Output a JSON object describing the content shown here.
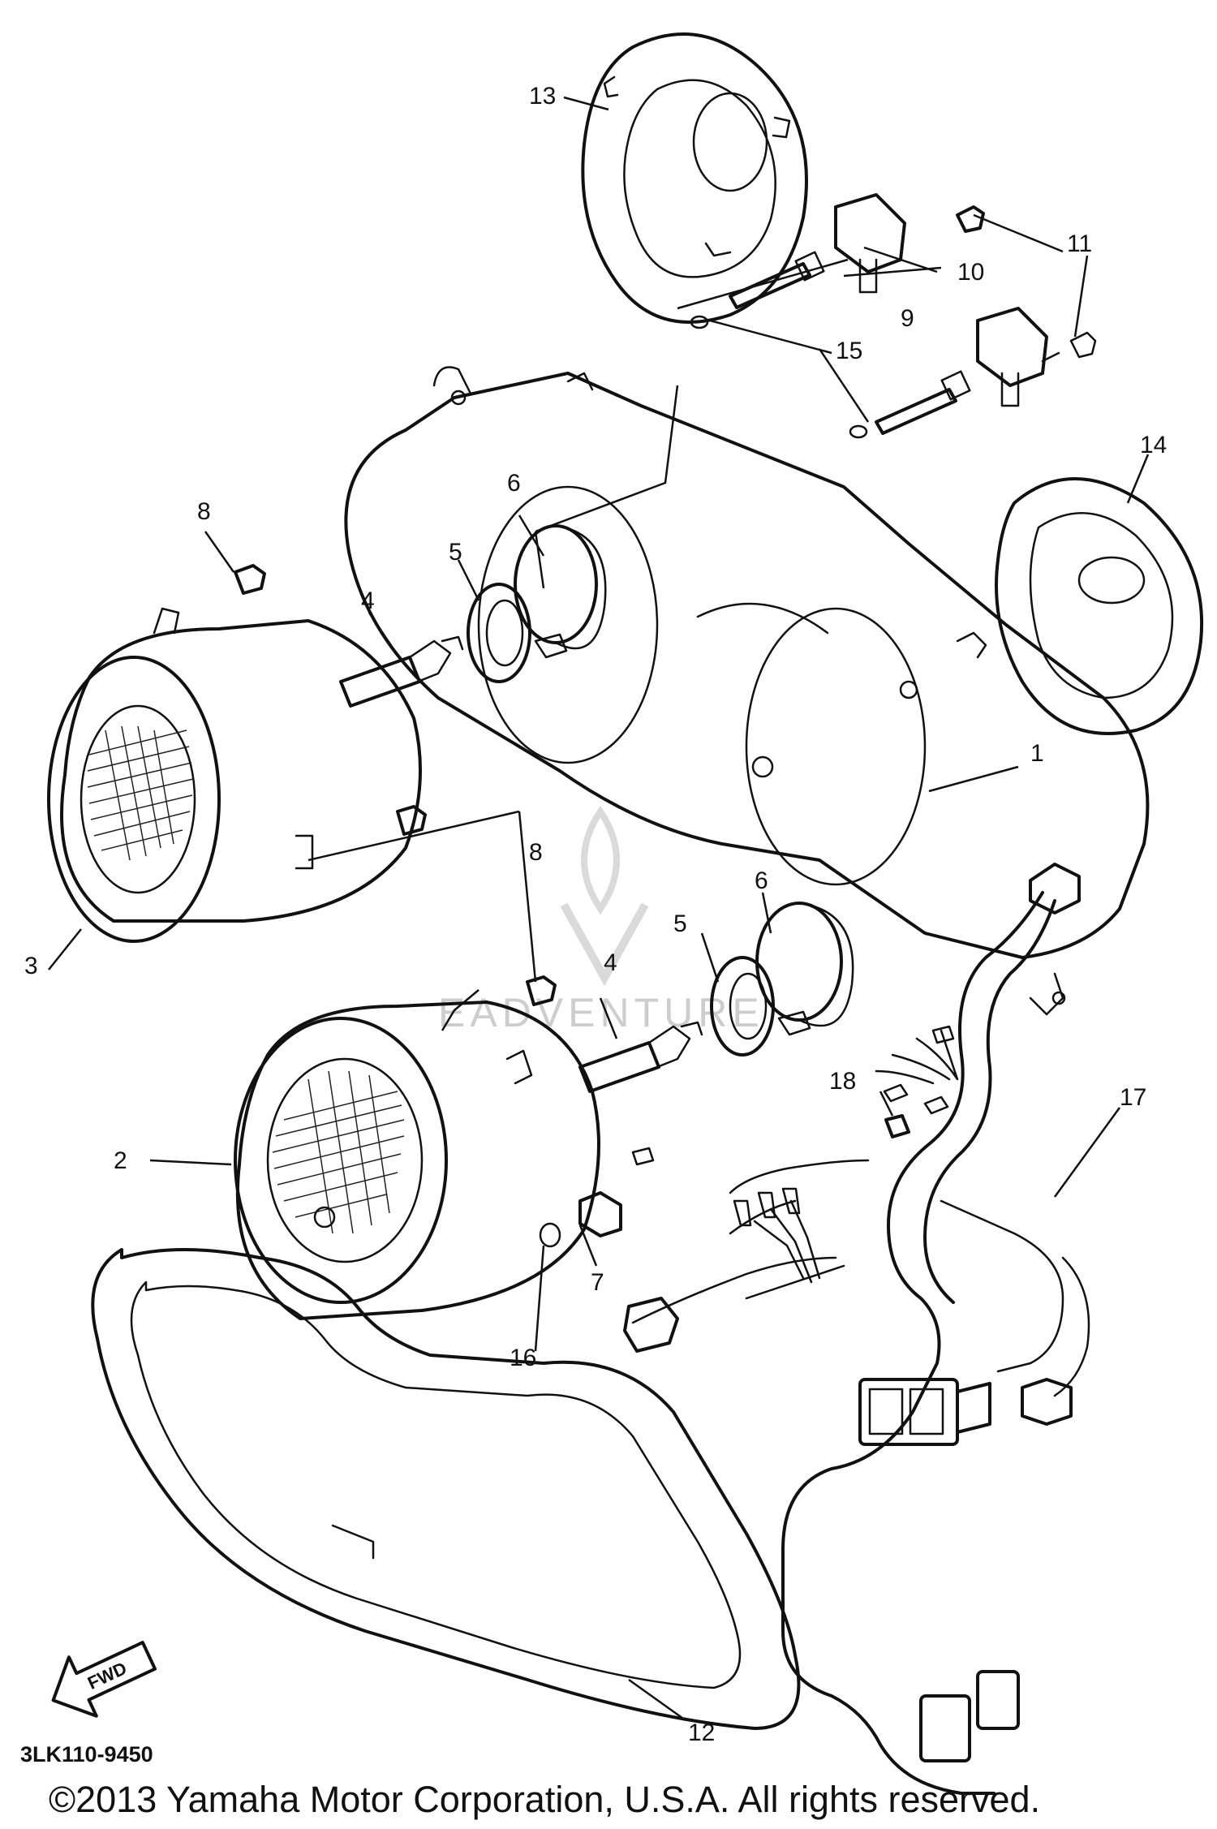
{
  "diagram": {
    "callouts": [
      "1",
      "2",
      "3",
      "4",
      "4",
      "5",
      "5",
      "6",
      "6",
      "7",
      "8",
      "8",
      "9",
      "10",
      "11",
      "12",
      "13",
      "14",
      "15",
      "16",
      "17",
      "18"
    ],
    "direction_label": "FWD",
    "diagram_code": "3LK110-9450",
    "copyright": "©2013 Yamaha Motor Corporation, U.S.A. All rights reserved.",
    "watermark": "EADVENTURE"
  }
}
